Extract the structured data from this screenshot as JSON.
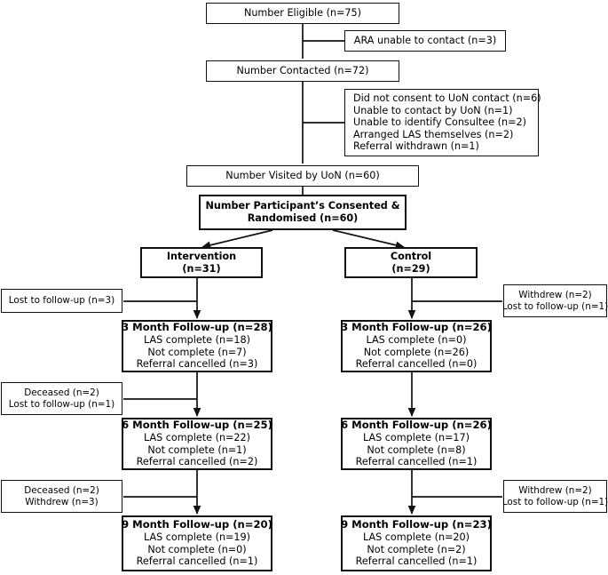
{
  "title": "CONSORT participant flow diagram",
  "nodes": {
    "eligible": {
      "lines": [
        "Number Eligible (n=75)"
      ],
      "bold_first": false
    },
    "ara_excl": {
      "lines": [
        "ARA unable to contact (n=3)"
      ],
      "bold_first": false
    },
    "contacted": {
      "lines": [
        "Number Contacted (n=72)"
      ],
      "bold_first": false
    },
    "uon_excl": {
      "lines": [
        "Did not consent to UoN contact (n=6)",
        "Unable to contact by UoN (n=1)",
        "Unable to identify Consultee (n=2)",
        "Arranged LAS themselves (n=2)",
        "Referral withdrawn (n=1)"
      ],
      "bold_first": false
    },
    "visited": {
      "lines": [
        "Number Visited by UoN (n=60)"
      ],
      "bold_first": false
    },
    "randomised": {
      "lines": [
        "Number Participant’s Consented &",
        "Randomised (n=60)"
      ],
      "bold_first": true
    },
    "intervention_arm": {
      "lines": [
        "Intervention",
        "(n=31)"
      ],
      "bold_first": true
    },
    "control_arm": {
      "lines": [
        "Control",
        "(n=29)"
      ],
      "bold_first": true
    },
    "int_loss_3m": {
      "lines": [
        "Lost to follow-up (n=3)"
      ],
      "bold_first": false
    },
    "ctl_loss_3m": {
      "lines": [
        "Withdrew (n=2)",
        "Lost to follow-up (n=1)"
      ],
      "bold_first": false
    },
    "int_3m": {
      "lines": [
        "3 Month Follow-up (n=28)",
        "LAS complete (n=18)",
        "Not complete (n=7)",
        "Referral cancelled (n=3)"
      ],
      "bold_first": true
    },
    "ctl_3m": {
      "lines": [
        "3 Month Follow-up (n=26)",
        "LAS complete (n=0)",
        "Not complete (n=26)",
        "Referral cancelled (n=0)"
      ],
      "bold_first": true
    },
    "int_loss_6m": {
      "lines": [
        "Deceased (n=2)",
        "Lost to follow-up (n=1)"
      ],
      "bold_first": false
    },
    "int_6m": {
      "lines": [
        "6 Month Follow-up (n=25)",
        "LAS complete (n=22)",
        "Not complete (n=1)",
        "Referral cancelled (n=2)"
      ],
      "bold_first": true
    },
    "ctl_6m": {
      "lines": [
        "6 Month Follow-up (n=26)",
        "LAS complete (n=17)",
        "Not complete (n=8)",
        "Referral cancelled (n=1)"
      ],
      "bold_first": true
    },
    "int_loss_9m": {
      "lines": [
        "Deceased (n=2)",
        "Withdrew (n=3)"
      ],
      "bold_first": false
    },
    "ctl_loss_9m": {
      "lines": [
        "Withdrew (n=2)",
        "Lost to follow-up (n=1)"
      ],
      "bold_first": false
    },
    "int_9m": {
      "lines": [
        "9 Month Follow-up (n=20)",
        "LAS complete (n=19)",
        "Not complete (n=0)",
        "Referral cancelled (n=1)"
      ],
      "bold_first": true
    },
    "ctl_9m": {
      "lines": [
        "9 Month Follow-up (n=23)",
        "LAS complete (n=20)",
        "Not complete (n=2)",
        "Referral cancelled (n=1)"
      ],
      "bold_first": true
    }
  },
  "colors": {
    "stroke": "#111111",
    "background": "#ffffff",
    "text": "#000000"
  }
}
